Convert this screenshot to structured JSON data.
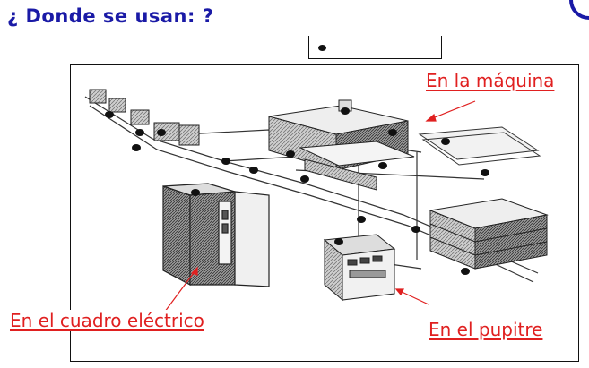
{
  "title": "¿ Donde se usan: ?",
  "labels": {
    "maquina": "En la máquina",
    "cuadro": "En el cuadro eléctrico",
    "pupitre": "En el pupitre"
  },
  "colors": {
    "title": "#1a1aa6",
    "label": "#e02020",
    "line": "#111111"
  }
}
